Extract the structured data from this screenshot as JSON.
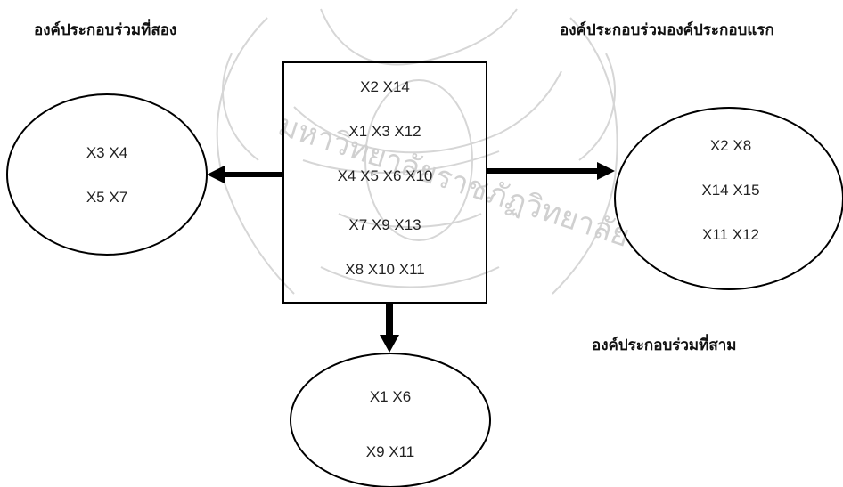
{
  "labels": {
    "second": "องค์ประกอบร่วมที่สอง",
    "first": "องค์ประกอบร่วมองค์ประกอบแรก",
    "third": "องค์ประกอบร่วมที่สาม"
  },
  "watermark": {
    "text": "มหาวิทยาลัยราชภัฏวิทยาลัย"
  },
  "center_box": {
    "lines": [
      "X2 X14",
      "X1 X3 X12",
      "X4 X5 X6 X10",
      "X7 X9 X13",
      "X8 X10 X11"
    ]
  },
  "left_oval": {
    "lines": [
      "X3 X4",
      "X5 X7"
    ]
  },
  "right_oval": {
    "lines": [
      "X2 X8",
      "X14 X15",
      "X11 X12"
    ]
  },
  "bottom_oval": {
    "lines": [
      "X1 X6",
      "X9 X11"
    ]
  },
  "colors": {
    "stroke": "#000000",
    "watermark": "#c8c8c8"
  }
}
